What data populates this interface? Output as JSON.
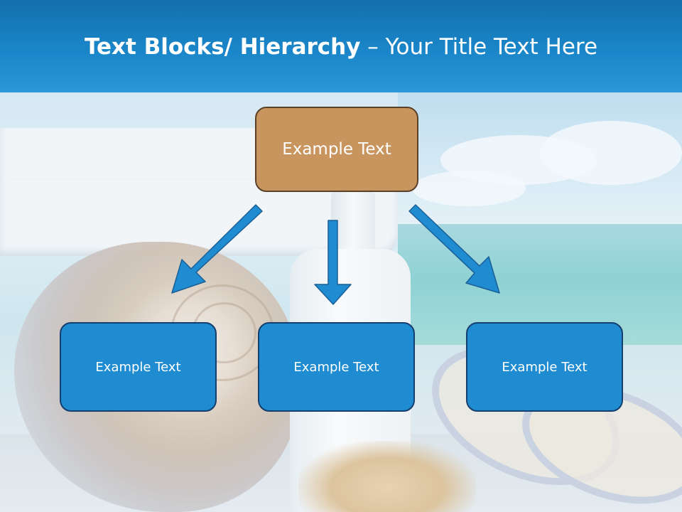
{
  "slide": {
    "title_bold": "Text Blocks/ Hierarchy",
    "title_dash": " – ",
    "title_rest": "Your Title Text Here"
  },
  "hierarchy": {
    "top": {
      "label": "Example Text"
    },
    "children": [
      {
        "label": "Example Text"
      },
      {
        "label": "Example Text"
      },
      {
        "label": "Example Text"
      }
    ]
  },
  "colors": {
    "top_box_fill": "#c9955f",
    "child_box_fill": "#1f8bd0",
    "arrow_fill": "#1f8bd0",
    "header_band": "#1a86c9"
  }
}
